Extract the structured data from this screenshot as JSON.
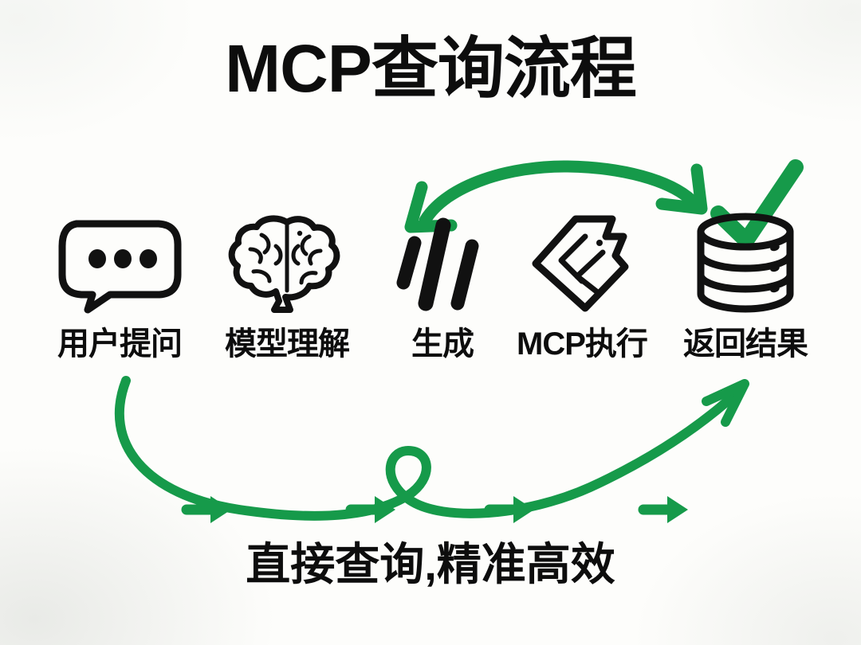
{
  "title": "MCP查询流程",
  "caption": "直接查询,精准高效",
  "colors": {
    "ink": "#111111",
    "accent_green": "#169a4a",
    "paper": "#fdfdfb"
  },
  "flow": {
    "steps": [
      {
        "label": "用户提问",
        "icon": "speech-bubble-icon"
      },
      {
        "label": "模型理解",
        "icon": "brain-icon"
      },
      {
        "label": "生成",
        "icon": "code-slashes-icon"
      },
      {
        "label": "MCP执行",
        "icon": "mcp-chevron-icon"
      },
      {
        "label": "返回结果",
        "icon": "database-icon"
      }
    ],
    "connectors": [
      {
        "name": "arrow-step-1",
        "icon": "arrow-right-icon"
      },
      {
        "name": "arrow-step-2",
        "icon": "arrow-right-icon"
      },
      {
        "name": "arrow-step-3",
        "icon": "arrow-right-icon"
      },
      {
        "name": "arrow-step-4",
        "icon": "arrow-right-icon"
      }
    ]
  },
  "annotations": [
    {
      "name": "top-arc-double-arrow",
      "icon": "double-headed-arc-arrow-icon",
      "from": "生成",
      "to": "返回结果"
    },
    {
      "name": "bottom-loop-arrow",
      "icon": "looping-curved-arrow-icon",
      "from": "用户提问",
      "to": "返回结果"
    },
    {
      "name": "success-check",
      "icon": "checkmark-icon"
    }
  ]
}
